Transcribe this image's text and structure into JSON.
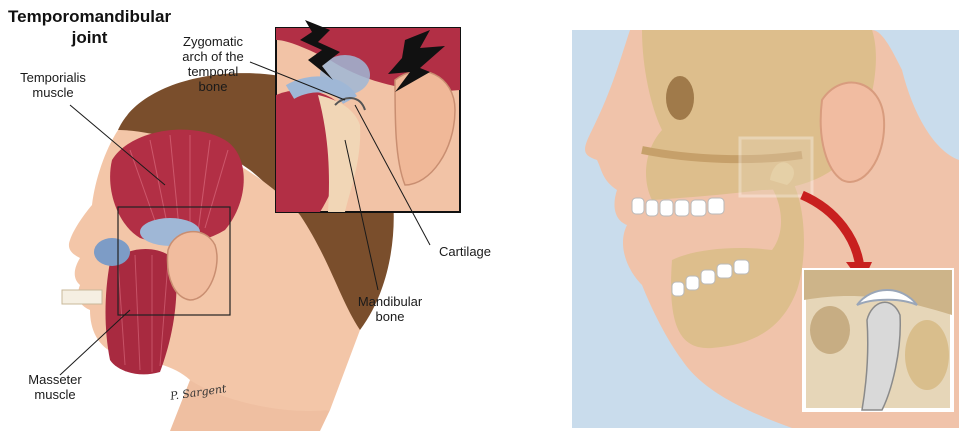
{
  "left_figure": {
    "title_line1": "Temporomandibular",
    "title_line2": "joint",
    "labels": {
      "temporalis": "Temporialis\nmuscle",
      "zygomatic": "Zygomatic\narch of the\ntemporal\nbone",
      "cartilage": "Cartilage",
      "mandibular": "Mandibular\nbone",
      "masseter": "Masseter\nmuscle"
    },
    "signature": "P. Sargent"
  },
  "colors": {
    "skin": "#f3c6a8",
    "hair": "#7a4e2c",
    "muscle": "#b22f45",
    "tendon": "#9fb7d6",
    "bone": "#e9cfa4",
    "right_bg": "#c9dcec",
    "arrow": "#c8201f"
  }
}
